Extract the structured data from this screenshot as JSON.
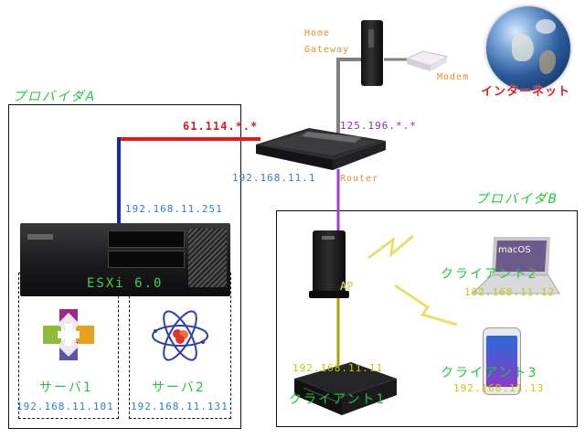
{
  "labels": {
    "provider_a": "プロバイダA",
    "provider_b": "プロバイダB",
    "home_gateway": "Home\nGateway",
    "modem": "Modem",
    "internet": "インターネット",
    "router": "Router",
    "wan_ip_a": "61.114.*.*",
    "wan_ip_b": "125.196.*.*",
    "router_lan_ip": "192.168.11.1",
    "esxi_ip": "192.168.11.251",
    "esxi": "ESXi 6.0",
    "server1": "サーバ1",
    "server1_ip": "192.168.11.101",
    "server2": "サーバ2",
    "server2_ip": "192.168.11.131",
    "ap": "AP",
    "client1": "クライアント1",
    "client1_ip": "192.168.11.11",
    "client2": "クライアント2",
    "client2_ip": "192.168.11.12",
    "client3": "クライアント3",
    "client3_ip": "192.168.11.13",
    "macos": "macOS"
  },
  "colors": {
    "wan_a_line": "#e11b1b",
    "lan_line": "#1a2aa6",
    "wan_b_line": "#808080",
    "wifi_line": "#9c3fd0",
    "client1_line": "#a6a600",
    "wireless_zigzag": "#e8e06a",
    "blue_text": "#2b7fd6",
    "green_text": "#21c83a",
    "orange_text": "#f08a1e"
  }
}
